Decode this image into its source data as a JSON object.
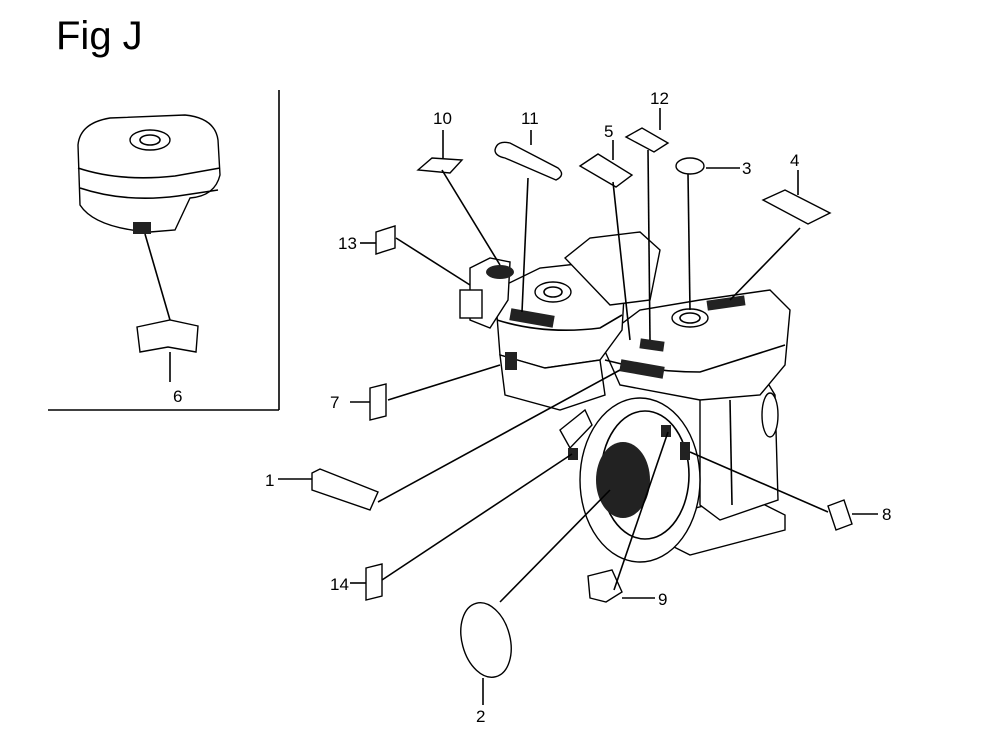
{
  "figure": {
    "title": "Fig J"
  },
  "callouts": [
    {
      "id": "1",
      "label": "1"
    },
    {
      "id": "2",
      "label": "2"
    },
    {
      "id": "3",
      "label": "3"
    },
    {
      "id": "4",
      "label": "4"
    },
    {
      "id": "5",
      "label": "5"
    },
    {
      "id": "6",
      "label": "6"
    },
    {
      "id": "7",
      "label": "7"
    },
    {
      "id": "8",
      "label": "8"
    },
    {
      "id": "9",
      "label": "9"
    },
    {
      "id": "10",
      "label": "10"
    },
    {
      "id": "11",
      "label": "11"
    },
    {
      "id": "12",
      "label": "12"
    },
    {
      "id": "13",
      "label": "13"
    },
    {
      "id": "14",
      "label": "14"
    }
  ]
}
